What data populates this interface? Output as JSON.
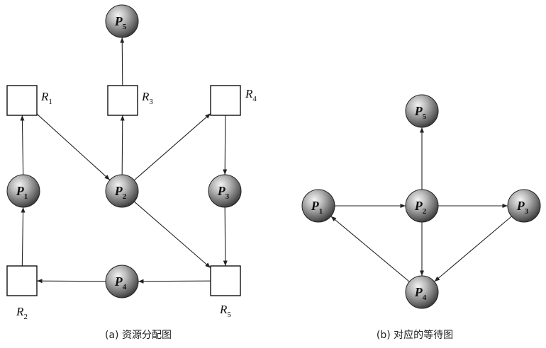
{
  "diagram_a": {
    "caption": "(a) 资源分配图",
    "processes": [
      {
        "id": "P1",
        "letter": "P",
        "sub": "1"
      },
      {
        "id": "P2",
        "letter": "P",
        "sub": "2"
      },
      {
        "id": "P3",
        "letter": "P",
        "sub": "3"
      },
      {
        "id": "P4",
        "letter": "P",
        "sub": "4"
      },
      {
        "id": "P5",
        "letter": "P",
        "sub": "5"
      }
    ],
    "resources": [
      {
        "id": "R1",
        "letter": "R",
        "sub": "1"
      },
      {
        "id": "R2",
        "letter": "R",
        "sub": "2"
      },
      {
        "id": "R3",
        "letter": "R",
        "sub": "3"
      },
      {
        "id": "R4",
        "letter": "R",
        "sub": "4"
      },
      {
        "id": "R5",
        "letter": "R",
        "sub": "5"
      }
    ],
    "edges": [
      {
        "from": "R3",
        "to": "P5"
      },
      {
        "from": "P1",
        "to": "R1"
      },
      {
        "from": "R1",
        "to": "P2"
      },
      {
        "from": "P2",
        "to": "R3"
      },
      {
        "from": "P2",
        "to": "R4"
      },
      {
        "from": "R4",
        "to": "P3"
      },
      {
        "from": "P3",
        "to": "R5"
      },
      {
        "from": "P2",
        "to": "R5"
      },
      {
        "from": "R5",
        "to": "P4"
      },
      {
        "from": "P4",
        "to": "R2"
      },
      {
        "from": "R2",
        "to": "P1"
      }
    ]
  },
  "diagram_b": {
    "caption": "(b) 对应的等待图",
    "processes": [
      {
        "id": "P1",
        "letter": "P",
        "sub": "1"
      },
      {
        "id": "P2",
        "letter": "P",
        "sub": "2"
      },
      {
        "id": "P3",
        "letter": "P",
        "sub": "3"
      },
      {
        "id": "P4",
        "letter": "P",
        "sub": "4"
      },
      {
        "id": "P5",
        "letter": "P",
        "sub": "5"
      }
    ],
    "edges": [
      {
        "from": "P1",
        "to": "P2"
      },
      {
        "from": "P2",
        "to": "P5"
      },
      {
        "from": "P2",
        "to": "P3"
      },
      {
        "from": "P2",
        "to": "P4"
      },
      {
        "from": "P3",
        "to": "P4"
      },
      {
        "from": "P4",
        "to": "P1"
      }
    ]
  }
}
